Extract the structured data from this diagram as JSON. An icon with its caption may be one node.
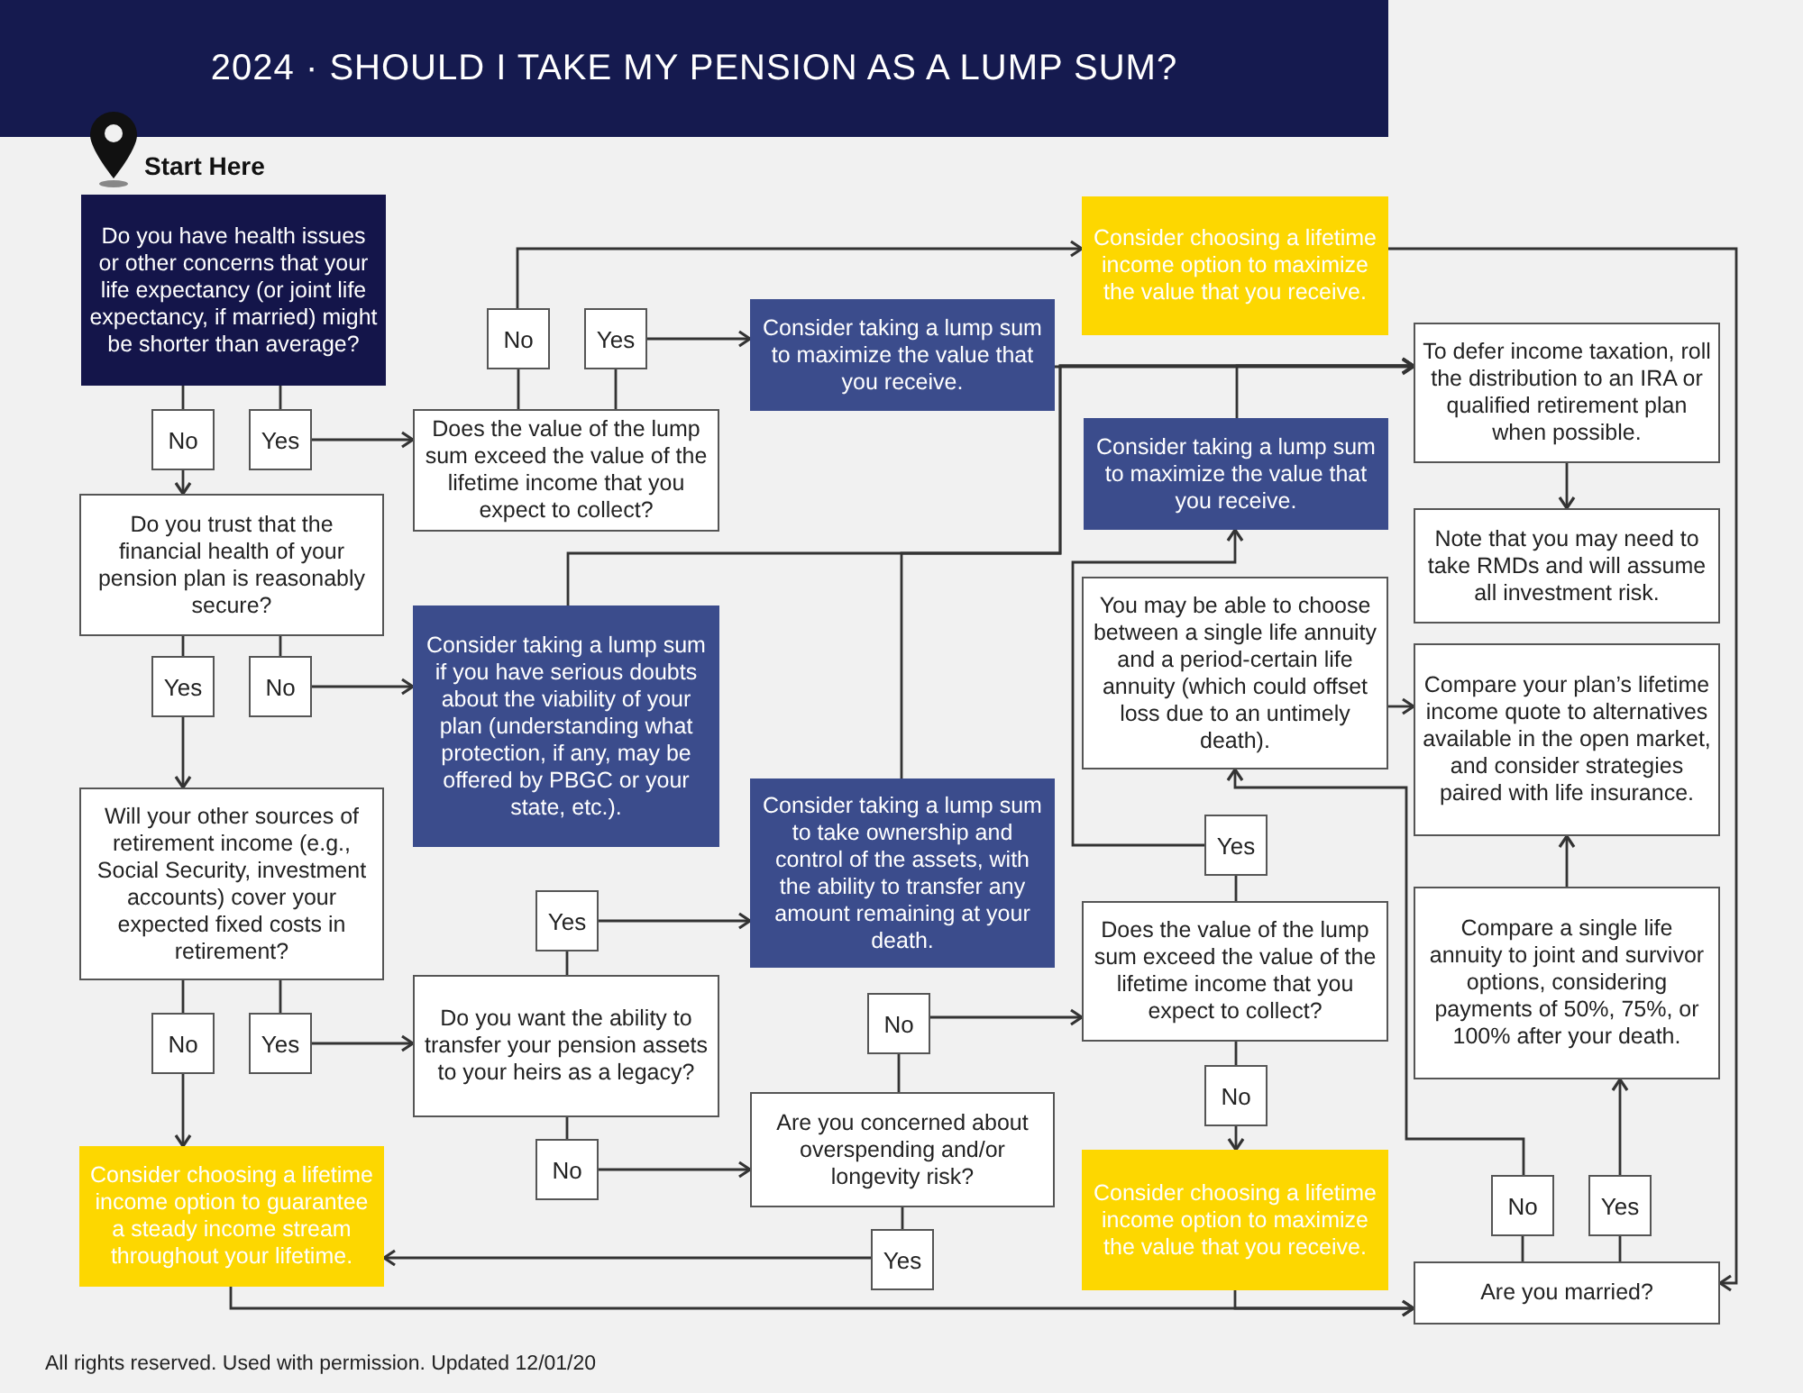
{
  "diagram": {
    "title": "2024 · SHOULD I TAKE MY PENSION AS A LUMP SUM?",
    "nodes": [
      {
        "text": [
          "Do you have health issues or other concerns that your life expectancy (or joint life expectancy, if married) might be shorter than average?"
        ]
      },
      {
        "text": [
          "No"
        ]
      },
      {
        "text": [
          "Yes"
        ]
      },
      {
        "text": [
          "Do you trust that the financial health of your pension plan is reasonably secure?"
        ]
      },
      {
        "text": [
          "Yes"
        ]
      },
      {
        "text": [
          "No"
        ]
      },
      {
        "text": [
          "Will your other sources of retirement income (e.g., Social Security, investment accounts) cover your expected fixed costs in retirement?"
        ]
      },
      {
        "text": [
          "No"
        ]
      },
      {
        "text": [
          "Yes"
        ]
      },
      {
        "text": [
          "Consider choosing a lifetime income option to guarantee a steady income stream throughout your lifetime."
        ]
      },
      {
        "text": [
          "Does the value of the lump sum exceed the value of the lifetime income that you expect to collect?"
        ]
      },
      {
        "text": [
          "No"
        ]
      },
      {
        "text": [
          "Yes"
        ]
      },
      {
        "text": [
          "Consider taking a lump sum to maximize the value that you receive."
        ]
      },
      {
        "text": [
          "Consider choosing a lifetime income option to maximize the value that you receive."
        ]
      },
      {
        "text": [
          "Consider taking a lump sum if you have serious doubts about the viability of your plan (understanding what protection, if any, may be offered by PBGC or your state, etc.)."
        ]
      },
      {
        "text": [
          "Do you want the ability to transfer your pension assets to your heirs as a legacy?"
        ]
      },
      {
        "text": [
          "Yes"
        ]
      },
      {
        "text": [
          "No"
        ]
      },
      {
        "text": [
          "Consider taking a lump sum to take ownership and control of the assets, with the ability to transfer any amount remaining at your death."
        ]
      },
      {
        "text": [
          "No"
        ]
      },
      {
        "text": [
          "Are you concerned about overspending and/or longevity risk?"
        ]
      },
      {
        "text": [
          "Yes"
        ]
      },
      {
        "text": [
          "Does the value of the lump sum exceed the value of the lifetime income that you expect to collect?"
        ]
      },
      {
        "text": [
          "Yes"
        ]
      },
      {
        "text": [
          "No"
        ]
      },
      {
        "text": [
          "Consider choosing a lifetime income option to maximize the value that you receive."
        ]
      },
      {
        "text": [
          "Consider taking a lump sum to maximize the value that you receive."
        ]
      },
      {
        "text": [
          "You may be able to choose between a single life annuity and a period-certain life annuity (which could offset loss due to an untimely death)."
        ]
      },
      {
        "text": [
          "To defer income taxation, roll the distribution to an IRA or qualified retirement plan when possible."
        ]
      },
      {
        "text": [
          "Note that you may need to take RMDs and will assume all investment risk."
        ]
      },
      {
        "text": [
          "Compare your plan’s lifetime income quote to alternatives available in the open market, and consider strategies paired with life insurance."
        ]
      },
      {
        "text": [
          "Compare a single life annuity to joint and survivor options, considering payments of 50%, 75%, or 100% after your death."
        ]
      },
      {
        "text": [
          "No"
        ]
      },
      {
        "text": [
          "Yes"
        ]
      },
      {
        "text": [
          "Are you married?"
        ]
      }
    ],
    "edges": [
      {
        "from": 0,
        "to": 1,
        "arrow": "none"
      },
      {
        "from": 0,
        "to": 2,
        "arrow": "none"
      },
      {
        "from": 1,
        "to": 3,
        "arrow": "to"
      },
      {
        "from": 2,
        "to": 10,
        "arrow": "to"
      },
      {
        "from": 10,
        "to": 11,
        "arrow": "none"
      },
      {
        "from": 10,
        "to": 12,
        "arrow": "none"
      },
      {
        "from": 11,
        "to": 14,
        "arrow": "to"
      },
      {
        "from": 12,
        "to": 13,
        "arrow": "to"
      },
      {
        "from": 3,
        "to": 4,
        "arrow": "none"
      },
      {
        "from": 3,
        "to": 5,
        "arrow": "none"
      },
      {
        "from": 4,
        "to": 6,
        "arrow": "to"
      },
      {
        "from": 5,
        "to": 15,
        "arrow": "to"
      },
      {
        "from": 6,
        "to": 7,
        "arrow": "none"
      },
      {
        "from": 6,
        "to": 8,
        "arrow": "none"
      },
      {
        "from": 7,
        "to": 9,
        "arrow": "to"
      },
      {
        "from": 8,
        "to": 16,
        "arrow": "to"
      },
      {
        "from": 16,
        "to": 17,
        "arrow": "none"
      },
      {
        "from": 16,
        "to": 18,
        "arrow": "none"
      },
      {
        "from": 17,
        "to": 19,
        "arrow": "to"
      },
      {
        "from": 18,
        "to": 21,
        "arrow": "to"
      },
      {
        "from": 21,
        "to": 20,
        "arrow": "none"
      },
      {
        "from": 21,
        "to": 22,
        "arrow": "none"
      },
      {
        "from": 20,
        "to": 23,
        "arrow": "to"
      },
      {
        "from": 22,
        "to": 9,
        "arrow": "to"
      },
      {
        "from": 23,
        "to": 24,
        "arrow": "none"
      },
      {
        "from": 23,
        "to": 25,
        "arrow": "none"
      },
      {
        "from": 24,
        "to": 27,
        "arrow": "to"
      },
      {
        "from": 25,
        "to": 26,
        "arrow": "to"
      },
      {
        "from": 13,
        "to": 29,
        "arrow": "to"
      },
      {
        "from": 27,
        "to": 29,
        "arrow": "to"
      },
      {
        "from": 15,
        "to": 29,
        "arrow": "to"
      },
      {
        "from": 19,
        "to": 29,
        "arrow": "to"
      },
      {
        "from": 29,
        "to": 30,
        "arrow": "to"
      },
      {
        "from": 28,
        "to": 31,
        "arrow": "to"
      },
      {
        "from": 14,
        "to": 35,
        "arrow": "to"
      },
      {
        "from": 9,
        "to": 35,
        "arrow": "to"
      },
      {
        "from": 26,
        "to": 35,
        "arrow": "to"
      },
      {
        "from": 35,
        "to": 33,
        "arrow": "none"
      },
      {
        "from": 35,
        "to": 34,
        "arrow": "none"
      },
      {
        "from": 33,
        "to": 28,
        "arrow": "to"
      },
      {
        "from": 34,
        "to": 32,
        "arrow": "to"
      },
      {
        "from": 32,
        "to": 31,
        "arrow": "to"
      }
    ],
    "labels": [
      "Start Here",
      "All rights reserved. Used with permission. Updated 12/01/20"
    ]
  }
}
